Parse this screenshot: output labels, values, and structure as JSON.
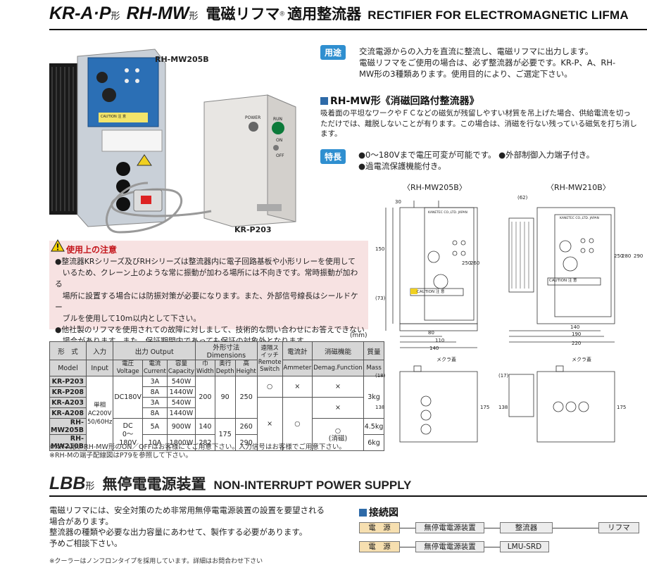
{
  "header": {
    "model_a": "KR-A·P",
    "model_b": "RH-MW",
    "kata": "形",
    "jp_title": "電磁リフマ",
    "reg": "®",
    "jp_title2": "適用整流器",
    "en_title": "RECTIFIER FOR ELECTROMAGNETIC LIFMA"
  },
  "photos": {
    "label_rh": "RH-MW205B",
    "label_kr": "KR-P203",
    "power": "POWER",
    "run": "RUN",
    "on": "ON",
    "off": "OFF",
    "caution": "CAUTION 注 意"
  },
  "usage": {
    "badge": "用途",
    "lines": [
      "交流電源からの入力を直流に整流し、電磁リフマに出力します。",
      "電磁リフマをご使用の場合は、必ず整流器が必要です。KR-P、A、RH-",
      "MW形の3種類あります。使用目的により、ご選定下さい。"
    ]
  },
  "rhmw": {
    "heading": "RH-MW形《消磁回路付整流器》",
    "lines": [
      "吸着面の平坦なワークやＦＣなどの磁気が残留しやすい材質を吊上げた場合、供給電流を切っ",
      "ただけでは、離脱しないことが有ります。この場合は、消磁を行ない残っている磁気を打ち消し",
      "ます。"
    ]
  },
  "feature": {
    "badge": "特長",
    "line1": "●0～180Vまで電圧可変が可能です。 ●外部制御入力端子付き。",
    "line2": "●過電流保護機能付き。"
  },
  "caution": {
    "head": "使用上の注意",
    "lines": [
      "●整流器KRシリーズ及びRHシリーズは整流器内に電子回路基板や小形リレーを使用して",
      "　いるため、クレーン上のような常に振動が加わる場所には不向きです。常時振動が加わる",
      "　場所に設置する場合には防振対策が必要になります。また、外部信号線長はシールドケー",
      "　ブルを使用して10m以内として下さい。",
      "●他社製のリフマを使用されての故障に対しまして、技術的な問い合わせにお答えできない",
      "　場合があります。また、保証期間内であっても保証の対象外となります。"
    ]
  },
  "table": {
    "unit": "(mm)",
    "h_model": "形　式",
    "h_model_en": "Model",
    "h_input": "入力",
    "h_input_en": "Input",
    "h_output": "出力 Output",
    "h_voltage": "電圧",
    "h_voltage_en": "Voltage",
    "h_current": "電流",
    "h_current_en": "Current",
    "h_capacity": "容量",
    "h_capacity_en": "Capacity",
    "h_dims": "外形寸法 Dimensions",
    "h_width": "巾",
    "h_width_en": "Width",
    "h_depth": "奥行",
    "h_depth_en": "Depth",
    "h_height": "高",
    "h_height_en": "Height",
    "h_remote": "遠隔スイッチ",
    "h_remote_en": "Remote Switch",
    "h_ammeter": "電流計",
    "h_ammeter_en": "Ammeter",
    "h_demag": "消磁機能",
    "h_demag_en": "Demag.Function",
    "h_mass": "質量",
    "h_mass_en": "Mass",
    "input_val1": "単相",
    "input_val2": "AC200V",
    "input_val3": "50/60Hz",
    "dc180": "DC180V",
    "dc0": "DC",
    "dc0b": "0～180V",
    "rows": [
      {
        "model": "KR-P203",
        "current": "3A",
        "capacity": "540W"
      },
      {
        "model": "KR-P208",
        "current": "8A",
        "capacity": "1440W"
      },
      {
        "model": "KR-A203",
        "current": "3A",
        "capacity": "540W"
      },
      {
        "model": "KR-A208",
        "current": "8A",
        "capacity": "1440W"
      },
      {
        "model": "RH-MW205B",
        "current": "5A",
        "capacity": "900W"
      },
      {
        "model": "RH-MW210B",
        "current": "10A",
        "capacity": "1800W"
      }
    ],
    "w200": "200",
    "d90": "90",
    "h250": "250",
    "w140": "140",
    "w282": "282",
    "d175": "175",
    "h260": "260",
    "h290": "290",
    "circle": "○",
    "cross": "×",
    "demag_yes": "○",
    "demag_note": "(消磁)",
    "mass3": "3kg",
    "mass45": "4.5kg",
    "mass6": "6kg"
  },
  "notes": [
    "※KR-A形、RH-MW形のON／OFFはお客様にてご用意下さい。入力信号はお客様でご用意下さい。",
    "※RH-Mの端子配線図はP79を参照して下さい。"
  ],
  "drawings": {
    "t1": "〈RH-MW205B〉",
    "t2": "〈RH-MW210B〉",
    "d30": "30",
    "d150": "150",
    "d250": "250",
    "d260": "260",
    "d73": "(73)",
    "d80": "80",
    "d110": "110",
    "d140": "140",
    "d62": "(62)",
    "d290": "290",
    "d280": "280",
    "d190": "190",
    "d220": "220",
    "d18": "(18)",
    "d138": "138",
    "d175": "175",
    "d17": "(17)",
    "mekura": "メクラ蓋",
    "caution": "CAUTION 注 意",
    "maker": "KANETEC CO.,LTD. JAPAN"
  },
  "lbb": {
    "model": "LBB",
    "kata": "形",
    "jp_title": "無停電電源装置",
    "en_title": "NON-INTERRUPT POWER SUPPLY",
    "lines": [
      "電磁リフマには、安全対策のため非常用無停電電源装置の設置を要望される",
      "場合があります。",
      "整流器の種類や必要な出力容量にあわせて、製作する必要があります。",
      "予めご相談下さい。"
    ],
    "note": "※クーラーはノンフロンタイプを採用しています。詳細はお問合わせ下さい",
    "conn_heading": "接続図",
    "power": "電　源",
    "ups": "無停電電源装置",
    "rect": "整流器",
    "lifma": "リフマ",
    "lmu": "LMU-SRD"
  }
}
